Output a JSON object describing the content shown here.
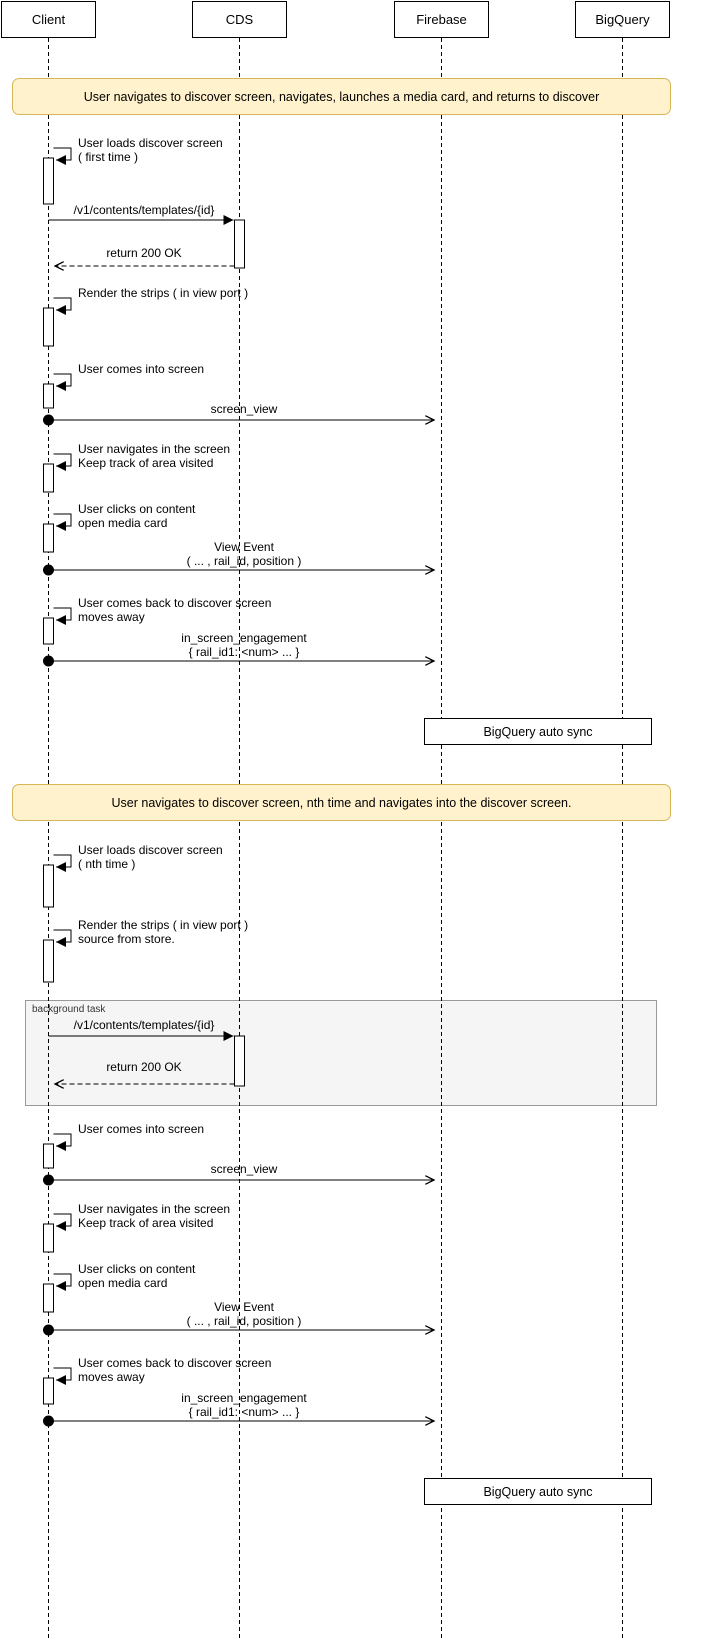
{
  "colors": {
    "banner_fill": "#FFF2CC",
    "banner_border": "#D6B656",
    "frame_fill": "#F5F5F5",
    "frame_border": "#999999",
    "line": "#000000",
    "activation_fill": "#FFFFFF"
  },
  "actors": [
    {
      "name": "Client"
    },
    {
      "name": "CDS"
    },
    {
      "name": "Firebase"
    },
    {
      "name": "BigQuery"
    }
  ],
  "banners": [
    {
      "text": "User navigates to discover screen, navigates, launches a media card, and returns to discover"
    },
    {
      "text": "User navigates to discover screen, nth time and navigates into the discover screen."
    }
  ],
  "section1": {
    "load_discover": "User loads discover screen\n( first time )",
    "templates_request": "/v1/contents/templates/{id}",
    "templates_response": "return 200 OK",
    "render_strips": "Render the strips ( in view port )",
    "comes_into_screen": "User comes into screen",
    "screen_view": "screen_view",
    "navigates_screen": "User navigates in the screen\nKeep track of area visited",
    "clicks_content": "User clicks on content\nopen media card",
    "view_event": "View Event\n( ... , rail_id, position )",
    "comes_back": "User comes back to discover screen\nmoves away",
    "in_screen_engagement": "in_screen_engagement\n{ rail_id1: <num> ... }",
    "bigquery_sync": "BigQuery auto sync"
  },
  "section2": {
    "load_discover": "User loads discover screen\n( nth time )",
    "render_strips": "Render the strips ( in view port )\nsource from store.",
    "frame_label": "background task",
    "templates_request": "/v1/contents/templates/{id}",
    "templates_response": "return 200 OK",
    "comes_into_screen": "User comes into screen",
    "screen_view": "screen_view",
    "navigates_screen": "User navigates in the screen\nKeep track of area visited",
    "clicks_content": "User clicks on content\nopen media card",
    "view_event": "View Event\n( ... , rail_id, position )",
    "comes_back": "User comes back to discover screen\nmoves away",
    "in_screen_engagement": "in_screen_engagement\n{ rail_id1: <num> ... }",
    "bigquery_sync": "BigQuery auto sync"
  }
}
